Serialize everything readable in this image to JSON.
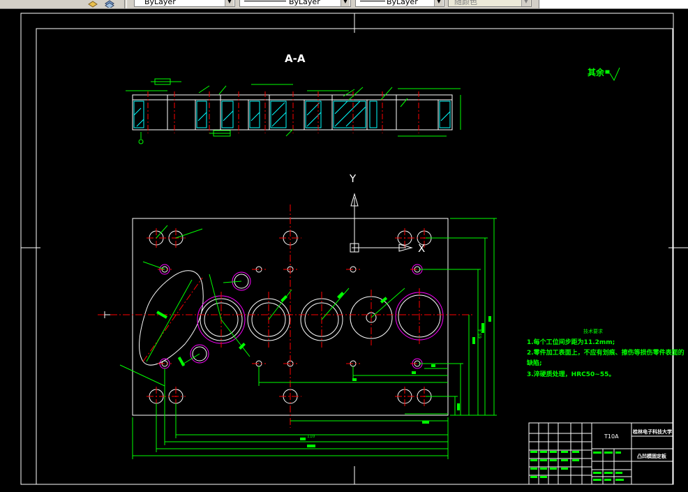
{
  "toolbar": {
    "layer_combo": "ByLayer",
    "linetype_combo": "ByLayer",
    "lineweight_combo": "ByLayer",
    "plotstyle_combo": "随颜色"
  },
  "drawing": {
    "section_title": "A-A",
    "roughness_note": "其余",
    "axis_y": "Y",
    "axis_x": "X",
    "tech_title": "技术要求",
    "tech_notes": [
      "1.每个工位间步距为11.2mm;",
      "2.零件加工表面上，不应有划痕、擦伤等损伤零件表面的",
      "缺陷;",
      "3.淬硬质处理，HRC50~55。"
    ],
    "material": "T10A",
    "school": "桂林电子科技大学",
    "part_name": "凸凹模固定板",
    "dim_width": "110",
    "dim_height": "65.4"
  },
  "colors": {
    "dim_green": "#00ff00",
    "center_red": "#ff0000",
    "hatch_cyan": "#00ffff",
    "magenta": "#ff00ff",
    "outline_white": "#ffffff"
  }
}
